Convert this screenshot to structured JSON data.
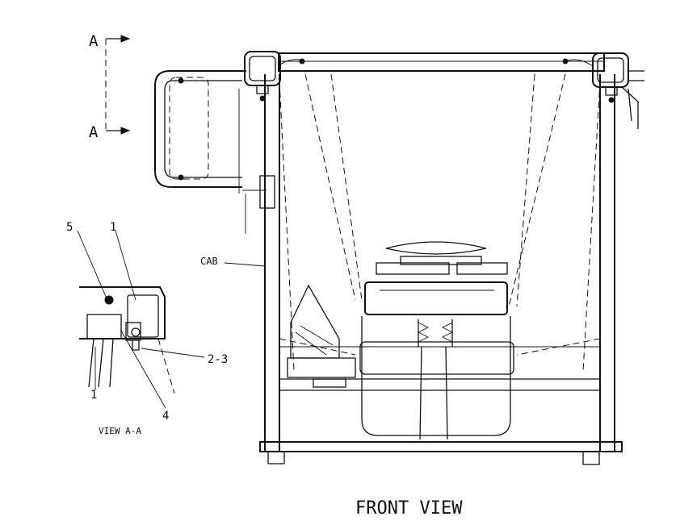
{
  "section_marker": {
    "letter_top": "A",
    "letter_bottom": "A"
  },
  "callouts": {
    "cab": "CAB",
    "item_5": "5",
    "item_1_top": "1",
    "item_2_3": "2-3",
    "item_4": "4",
    "item_1_bottom": "1"
  },
  "view_labels": {
    "detail": "VIEW A-A",
    "main": "FRONT VIEW"
  }
}
